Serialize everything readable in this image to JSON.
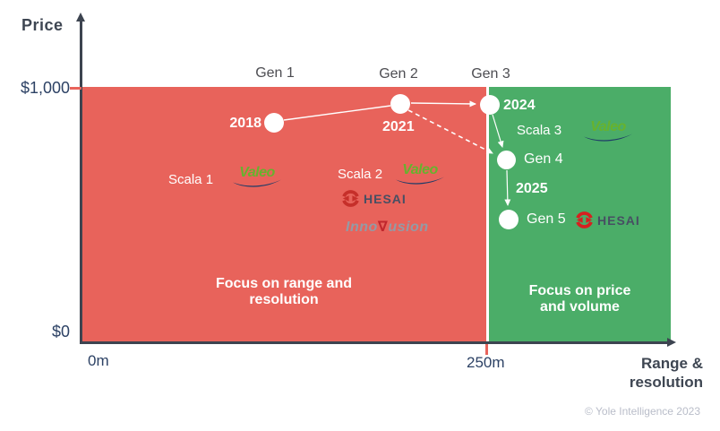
{
  "meta": {
    "copyright": "© Yole Intelligence 2023"
  },
  "axes": {
    "y_label": "Price",
    "x_label_1": "Range &",
    "x_label_2": "resolution",
    "price_top": "$1,000",
    "price_zero": "$0",
    "x_zero": "0m",
    "x_250": "250m"
  },
  "regions": {
    "red": {
      "line1": "Focus on range and",
      "line2": "resolution",
      "color": "#e8635b"
    },
    "green": {
      "line1": "Focus on price",
      "line2": "and volume",
      "color": "#4bad68"
    }
  },
  "brands": {
    "valeo": "Valeo",
    "hesai": "HESAI",
    "innovusion_pre": "Inno",
    "innovusion_v": "∇",
    "innovusion_post": "usion"
  },
  "colors": {
    "red_region": "#e8635b",
    "green_region": "#4bad68",
    "axis": "#3d4450",
    "navy_text": "#2d4265",
    "valeo_green": "#67b22e",
    "valeo_swoosh_navy": "#1f3c68",
    "hesai_red": "#cf2725",
    "point_white": "#ffffff"
  },
  "chart_data": {
    "type": "scatter",
    "title": "",
    "xlabel": "Range & resolution",
    "ylabel": "Price",
    "x_ticks": [
      "0m",
      "250m"
    ],
    "y_ticks": [
      "$0",
      "$1,000"
    ],
    "ylim": [
      0,
      1150
    ],
    "legend": "none",
    "grid": false,
    "generations": [
      {
        "gen": "Gen 1",
        "year": "2018",
        "product": "Scala 1",
        "brands": [
          "Valeo"
        ],
        "price_usd_est": 860,
        "range_m_est": 120
      },
      {
        "gen": "Gen 2",
        "year": "2021",
        "product": "Scala 2",
        "brands": [
          "Valeo",
          "HESAI",
          "InnoVusion"
        ],
        "price_usd_est": 930,
        "range_m_est": 197
      },
      {
        "gen": "Gen 3",
        "year": "2024",
        "product": "Scala 3",
        "brands": [
          "Valeo"
        ],
        "price_usd_est": 930,
        "range_m_est": 252
      },
      {
        "gen": "Gen 4",
        "year": "",
        "product": "",
        "brands": [],
        "price_usd_est": 715,
        "range_m_est": 260
      },
      {
        "gen": "Gen 5",
        "year": "2025",
        "product": "",
        "brands": [
          "HESAI"
        ],
        "price_usd_est": 480,
        "range_m_est": 262
      }
    ],
    "transitions": [
      {
        "from": "Gen 1 (2018)",
        "to": "Gen 2 (2021)",
        "style": "solid"
      },
      {
        "from": "Gen 2 (2021)",
        "to": "Gen 3 (2024)",
        "style": "solid-arrow"
      },
      {
        "from": "Gen 2 (2021)",
        "to": "Gen 4",
        "style": "dashed-arrow"
      },
      {
        "from": "Gen 3 (2024)",
        "to": "Gen 4",
        "style": "solid-arrow"
      },
      {
        "from": "Gen 4",
        "to": "Gen 5 (2025)",
        "style": "solid-arrow"
      }
    ],
    "regions": [
      {
        "label": "Focus on range and resolution",
        "x_range": [
          "0m",
          "250m"
        ],
        "color": "#e8635b"
      },
      {
        "label": "Focus on price and volume",
        "x_range": [
          "250m",
          "max"
        ],
        "color": "#4bad68"
      }
    ]
  }
}
